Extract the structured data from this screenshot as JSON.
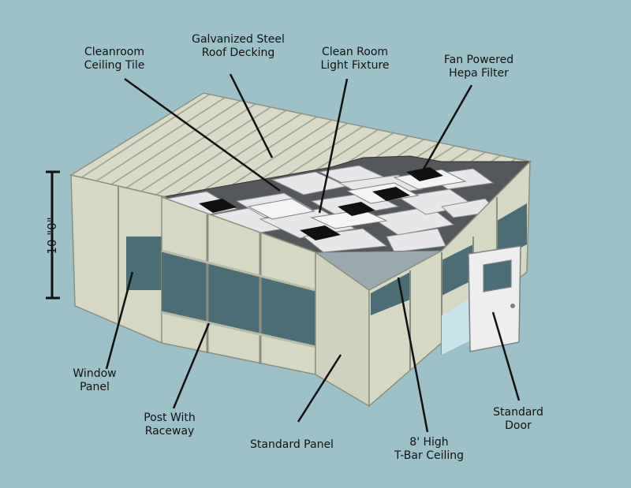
{
  "dimension": {
    "height_text": "10 \"0\""
  },
  "labels": {
    "roof_decking": "Galvanized Steel\nRoof Decking",
    "ceiling_tile": "Cleanroom\nCeiling Tile",
    "light_fixture": "Clean Room\nLight Fixture",
    "hepa_filter": "Fan Powered\nHepa Filter",
    "window_panel": "Window\nPanel",
    "post_raceway": "Post With\nRaceway",
    "standard_panel": "Standard Panel",
    "t_bar_ceiling": "8' High\nT-Bar Ceiling",
    "standard_door": "Standard\nDoor"
  },
  "colors": {
    "background": "#9cc1c9",
    "panel": "#d5d8c2",
    "panel_dark": "#b9bda7",
    "roof": "#d9dbc8",
    "window": "#4b6e76",
    "ceiling_tile": "#e7e7e9",
    "hepa": "#111111"
  }
}
